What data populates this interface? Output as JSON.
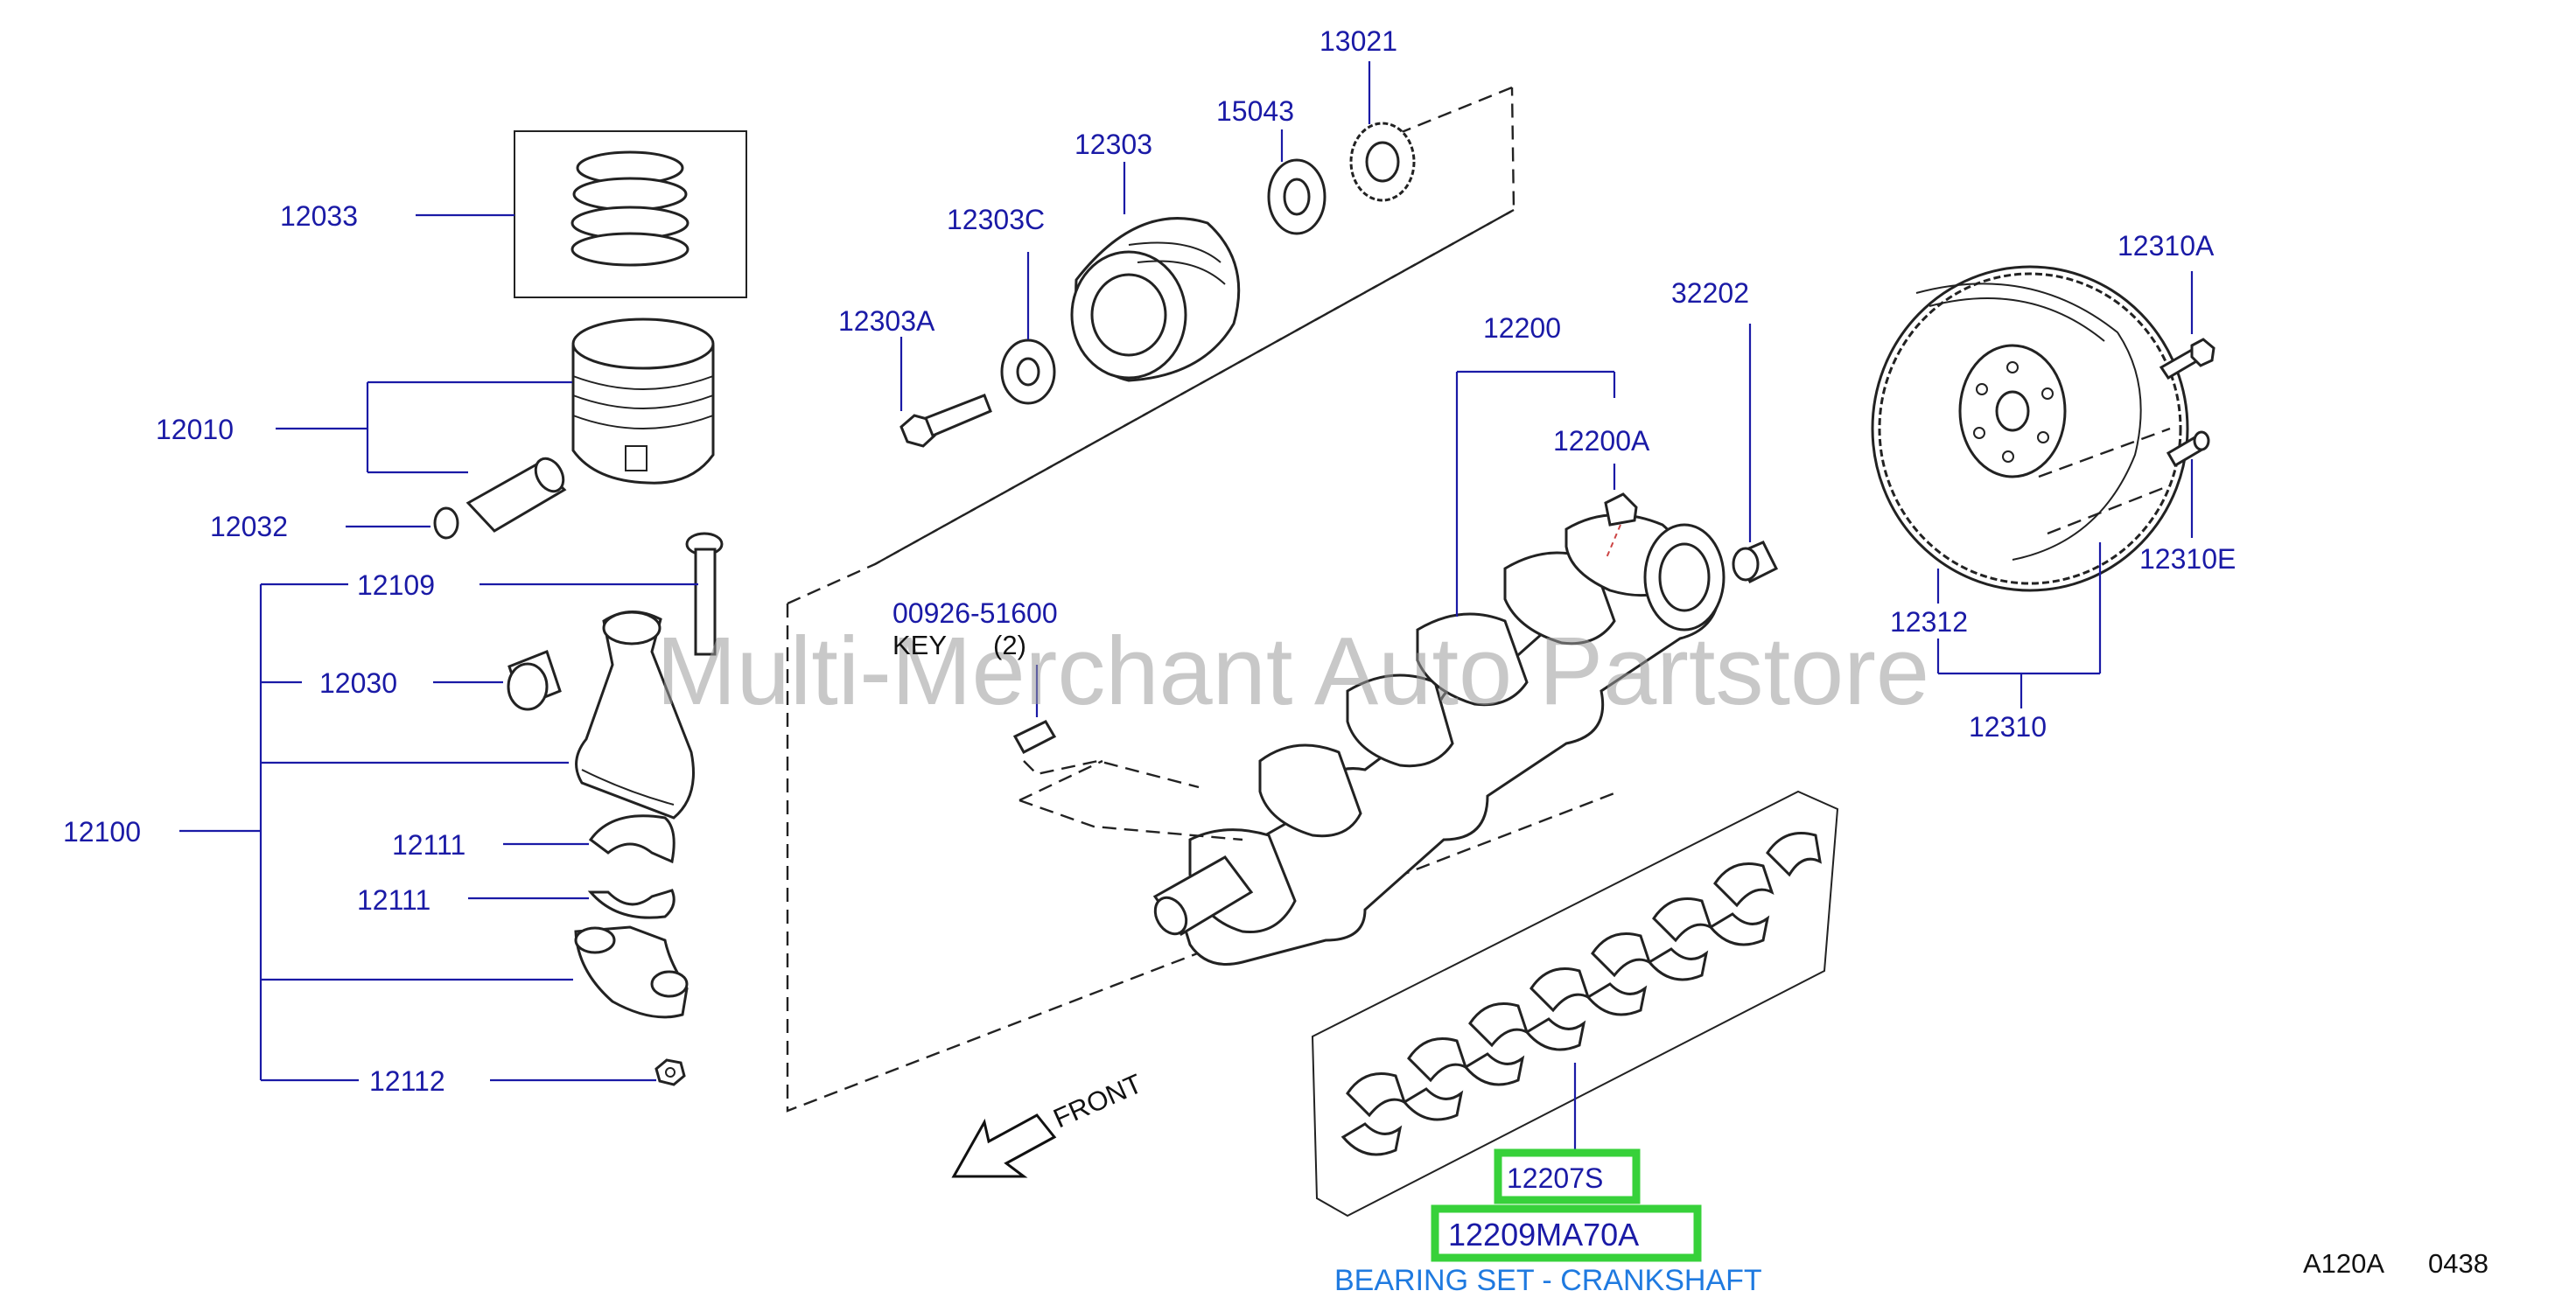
{
  "labels": {
    "p12033": "12033",
    "p12010": "12010",
    "p12032": "12032",
    "p12109": "12109",
    "p12030": "12030",
    "p12100": "12100",
    "p12111a": "12111",
    "p12111b": "12111",
    "p12112": "12112",
    "p12303a": "12303A",
    "p12303c": "12303C",
    "p12303": "12303",
    "p15043": "15043",
    "p13021": "13021",
    "p00926": "00926-51600",
    "key": "KEY",
    "key_qty": "(2)",
    "p12200": "12200",
    "p12200a": "12200A",
    "p32202": "32202",
    "p12310a": "12310A",
    "p12310e": "12310E",
    "p12312": "12312",
    "p12310": "12310",
    "front": "FRONT",
    "p12207s": "12207S",
    "p12209": "12209MA70A",
    "caption": "BEARING SET - CRANKSHAFT",
    "diagram_code": "A120A",
    "diagram_num": "0438"
  },
  "watermark": "Multi-Merchant Auto Partstore",
  "colors": {
    "label": "#1a1aa6",
    "caption": "#1f7ae0",
    "highlight": "#37d13a",
    "line_art": "#222222"
  }
}
